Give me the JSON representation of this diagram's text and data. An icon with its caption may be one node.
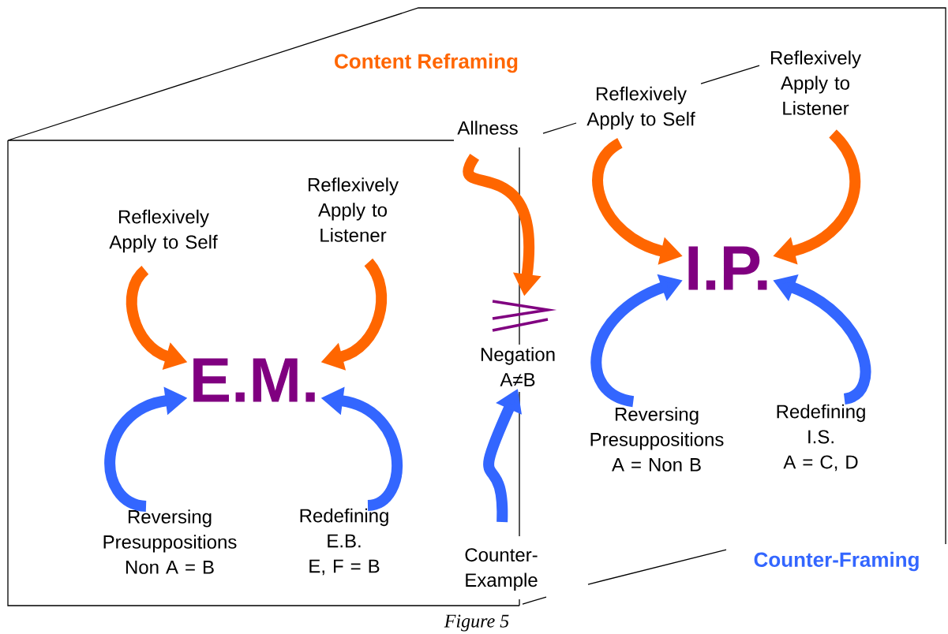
{
  "diagram": {
    "caption": "Figure 5",
    "nodes": [
      {
        "text": [
          "Allness"
        ]
      },
      {
        "text": [
          "Reflexively Apply to Self"
        ]
      },
      {
        "text": [
          "Reflexively Apply to Listener"
        ]
      },
      {
        "text": [
          "Reflexively Apply to Listener"
        ]
      },
      {
        "text": [
          "Reflexively Apply to Self"
        ]
      },
      {
        "text": [
          "I.P."
        ]
      },
      {
        "text": [
          "Negation A≠B"
        ]
      },
      {
        "text": [
          "E.M."
        ]
      },
      {
        "text": [
          "Reversing Presuppositions A = Non B"
        ]
      },
      {
        "text": [
          "Redefining I.S.",
          "A = C, D"
        ]
      },
      {
        "text": [
          "Reversing Presuppositions Non A = B"
        ]
      },
      {
        "text": [
          "Redefining E.B.",
          "E, F = B"
        ]
      },
      {
        "text": [
          "Counter-Example"
        ]
      }
    ],
    "edges": [
      {
        "from": 4,
        "to": 7,
        "arrow": "to",
        "color": "#ff6600"
      },
      {
        "from": 3,
        "to": 7,
        "arrow": "to",
        "color": "#ff6600"
      },
      {
        "from": 10,
        "to": 7,
        "arrow": "to",
        "color": "#3366ff"
      },
      {
        "from": 11,
        "to": 7,
        "arrow": "to",
        "color": "#3366ff"
      },
      {
        "from": 1,
        "to": 5,
        "arrow": "to",
        "color": "#ff6600"
      },
      {
        "from": 2,
        "to": 5,
        "arrow": "to",
        "color": "#ff6600"
      },
      {
        "from": 8,
        "to": 5,
        "arrow": "to",
        "color": "#3366ff"
      },
      {
        "from": 9,
        "to": 5,
        "arrow": "to",
        "color": "#3366ff"
      },
      {
        "from": 0,
        "to": 6,
        "arrow": "to",
        "color": "#ff6600"
      },
      {
        "from": 12,
        "to": 6,
        "arrow": "to",
        "color": "#3366ff"
      }
    ],
    "labels": [
      "Content Reframing",
      "Counter-Framing"
    ]
  }
}
